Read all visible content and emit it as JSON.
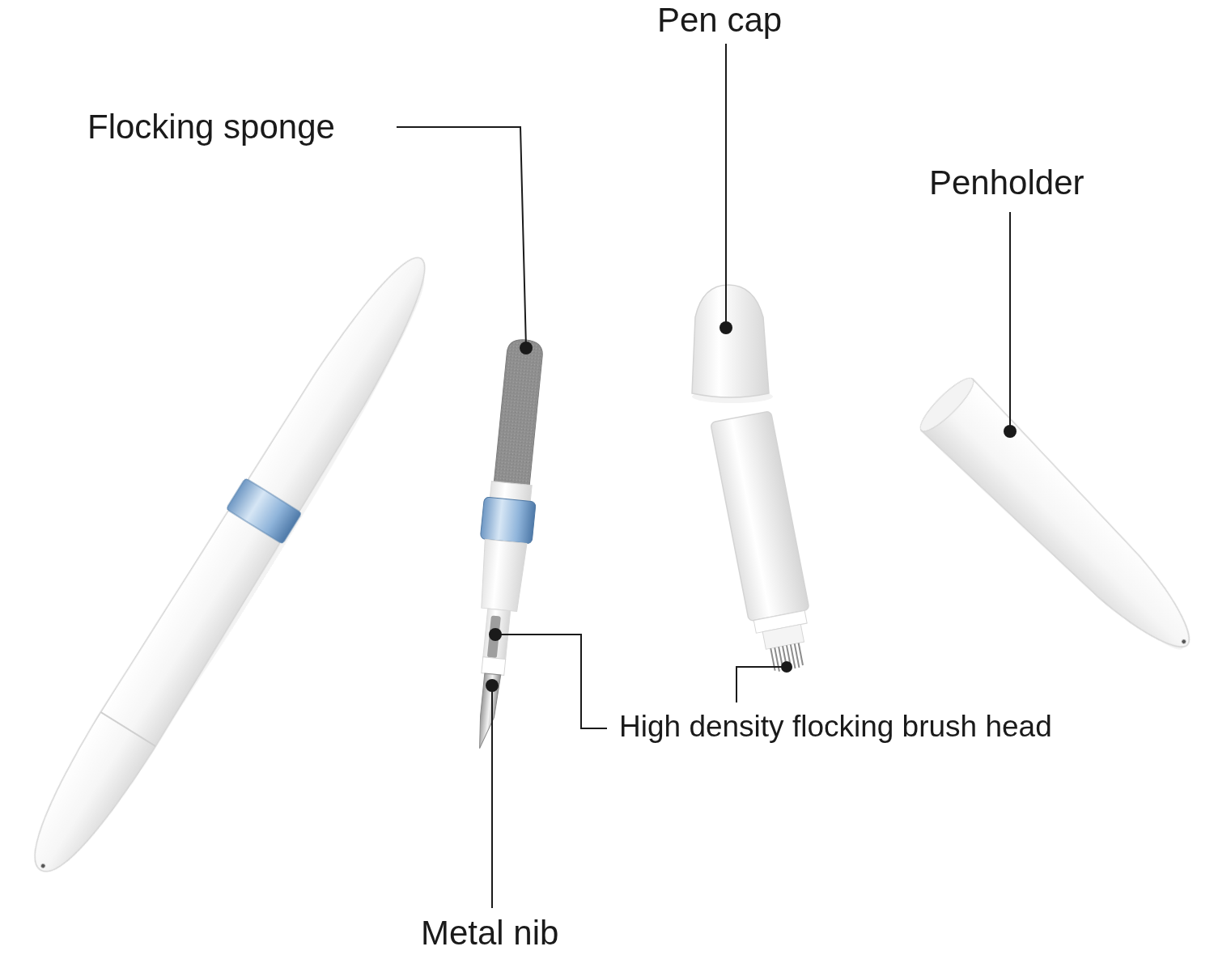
{
  "diagram": {
    "labels": [
      "Flocking sponge",
      "Pen cap",
      "Penholder",
      "High density flocking brush head",
      "Metal nib"
    ]
  }
}
